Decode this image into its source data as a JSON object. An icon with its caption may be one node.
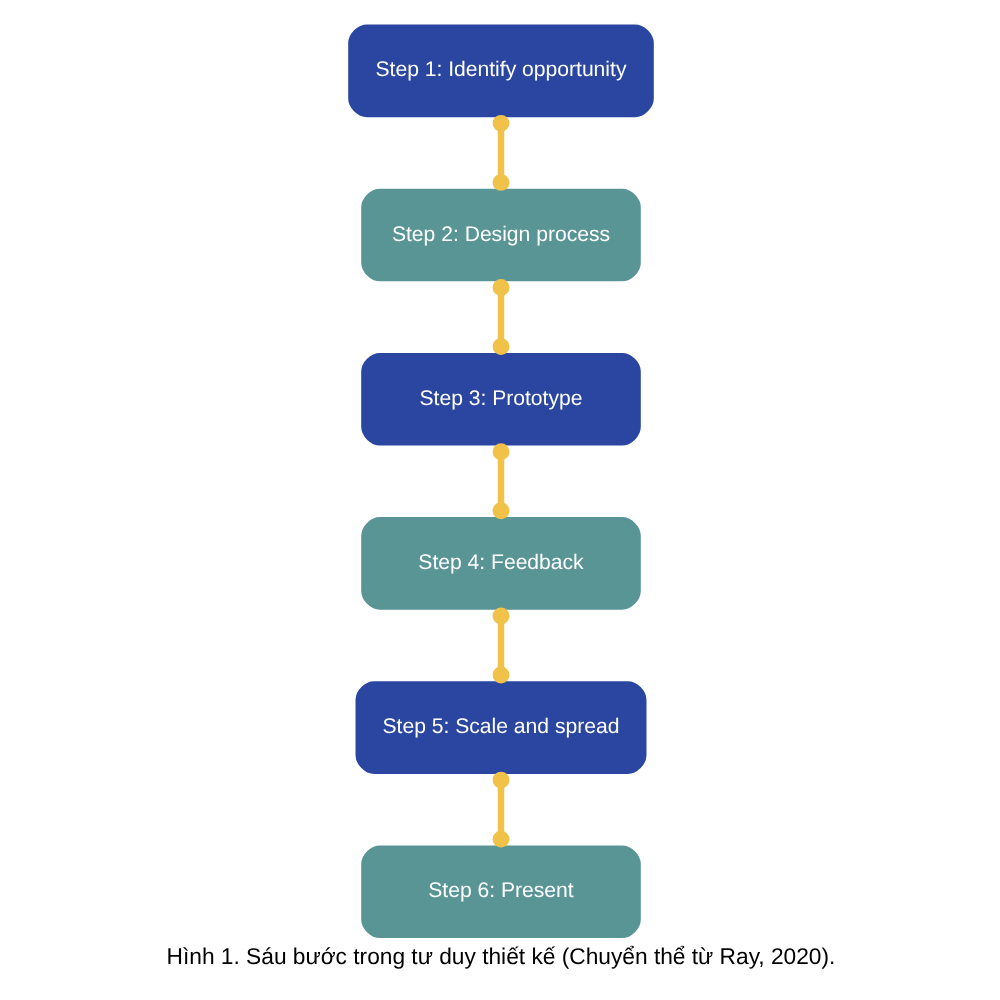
{
  "diagram": {
    "caption": "Hình 1. Sáu bước trong tư duy thiết kế (Chuyển thể từ Ray, 2020).",
    "nodes": [
      {
        "text": [
          "Step 1: Identify opportunity"
        ]
      },
      {
        "text": [
          "Step 2: Design process"
        ]
      },
      {
        "text": [
          "Step 3: Prototype"
        ]
      },
      {
        "text": [
          "Step 4: Feedback"
        ]
      },
      {
        "text": [
          "Step 5: Scale and spread"
        ]
      },
      {
        "text": [
          "Step 6: Present"
        ]
      }
    ],
    "edges": [
      {
        "from": 0,
        "to": 1,
        "arrow": "other"
      },
      {
        "from": 1,
        "to": 2,
        "arrow": "other"
      },
      {
        "from": 2,
        "to": 3,
        "arrow": "other"
      },
      {
        "from": 3,
        "to": 4,
        "arrow": "other"
      },
      {
        "from": 4,
        "to": 5,
        "arrow": "other"
      }
    ]
  }
}
